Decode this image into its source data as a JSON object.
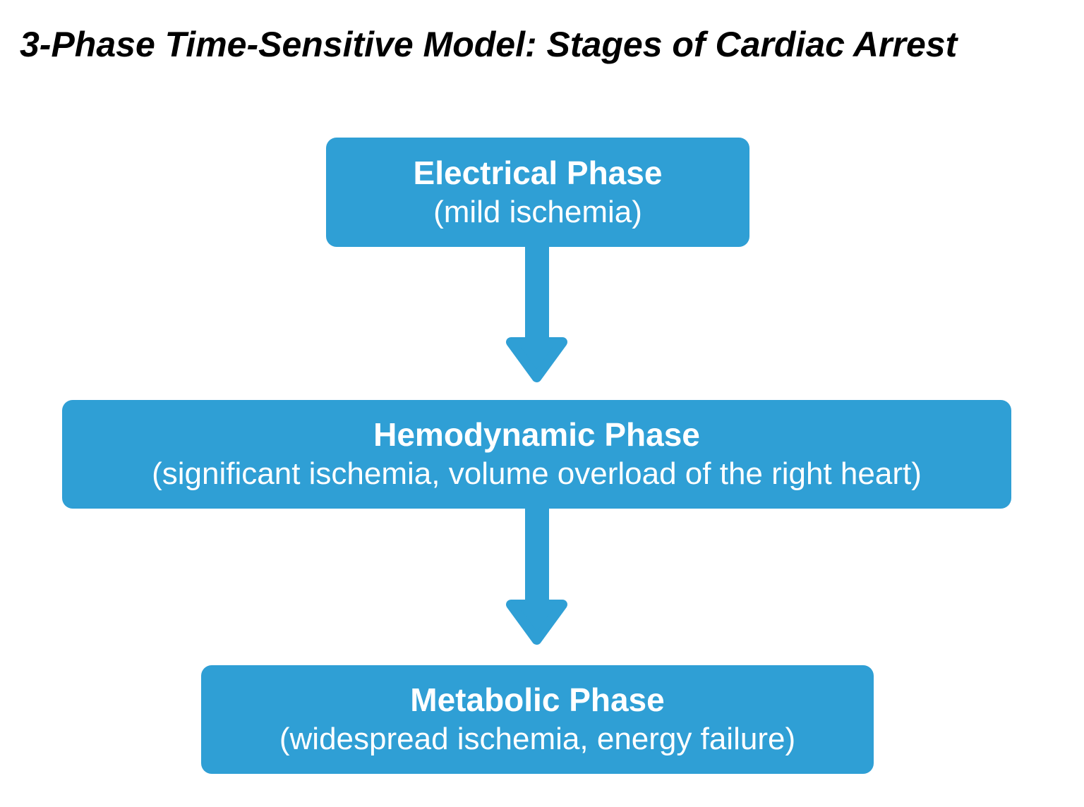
{
  "title": "3-Phase Time-Sensitive Model: Stages of Cardiac Arrest",
  "colors": {
    "box_fill": "#2F9FD5",
    "box_text": "#FFFFFF",
    "title_text": "#000000",
    "background": "#FFFFFF"
  },
  "diagram": {
    "type": "flowchart",
    "direction": "top-down",
    "nodes": [
      {
        "id": "electrical",
        "title": "Electrical Phase",
        "subtitle": "(mild ischemia)"
      },
      {
        "id": "hemodynamic",
        "title": "Hemodynamic Phase",
        "subtitle": "(significant ischemia, volume overload of the right heart)"
      },
      {
        "id": "metabolic",
        "title": "Metabolic Phase",
        "subtitle": "(widespread ischemia, energy failure)"
      }
    ],
    "edges": [
      {
        "from": "electrical",
        "to": "hemodynamic"
      },
      {
        "from": "hemodynamic",
        "to": "metabolic"
      }
    ]
  }
}
